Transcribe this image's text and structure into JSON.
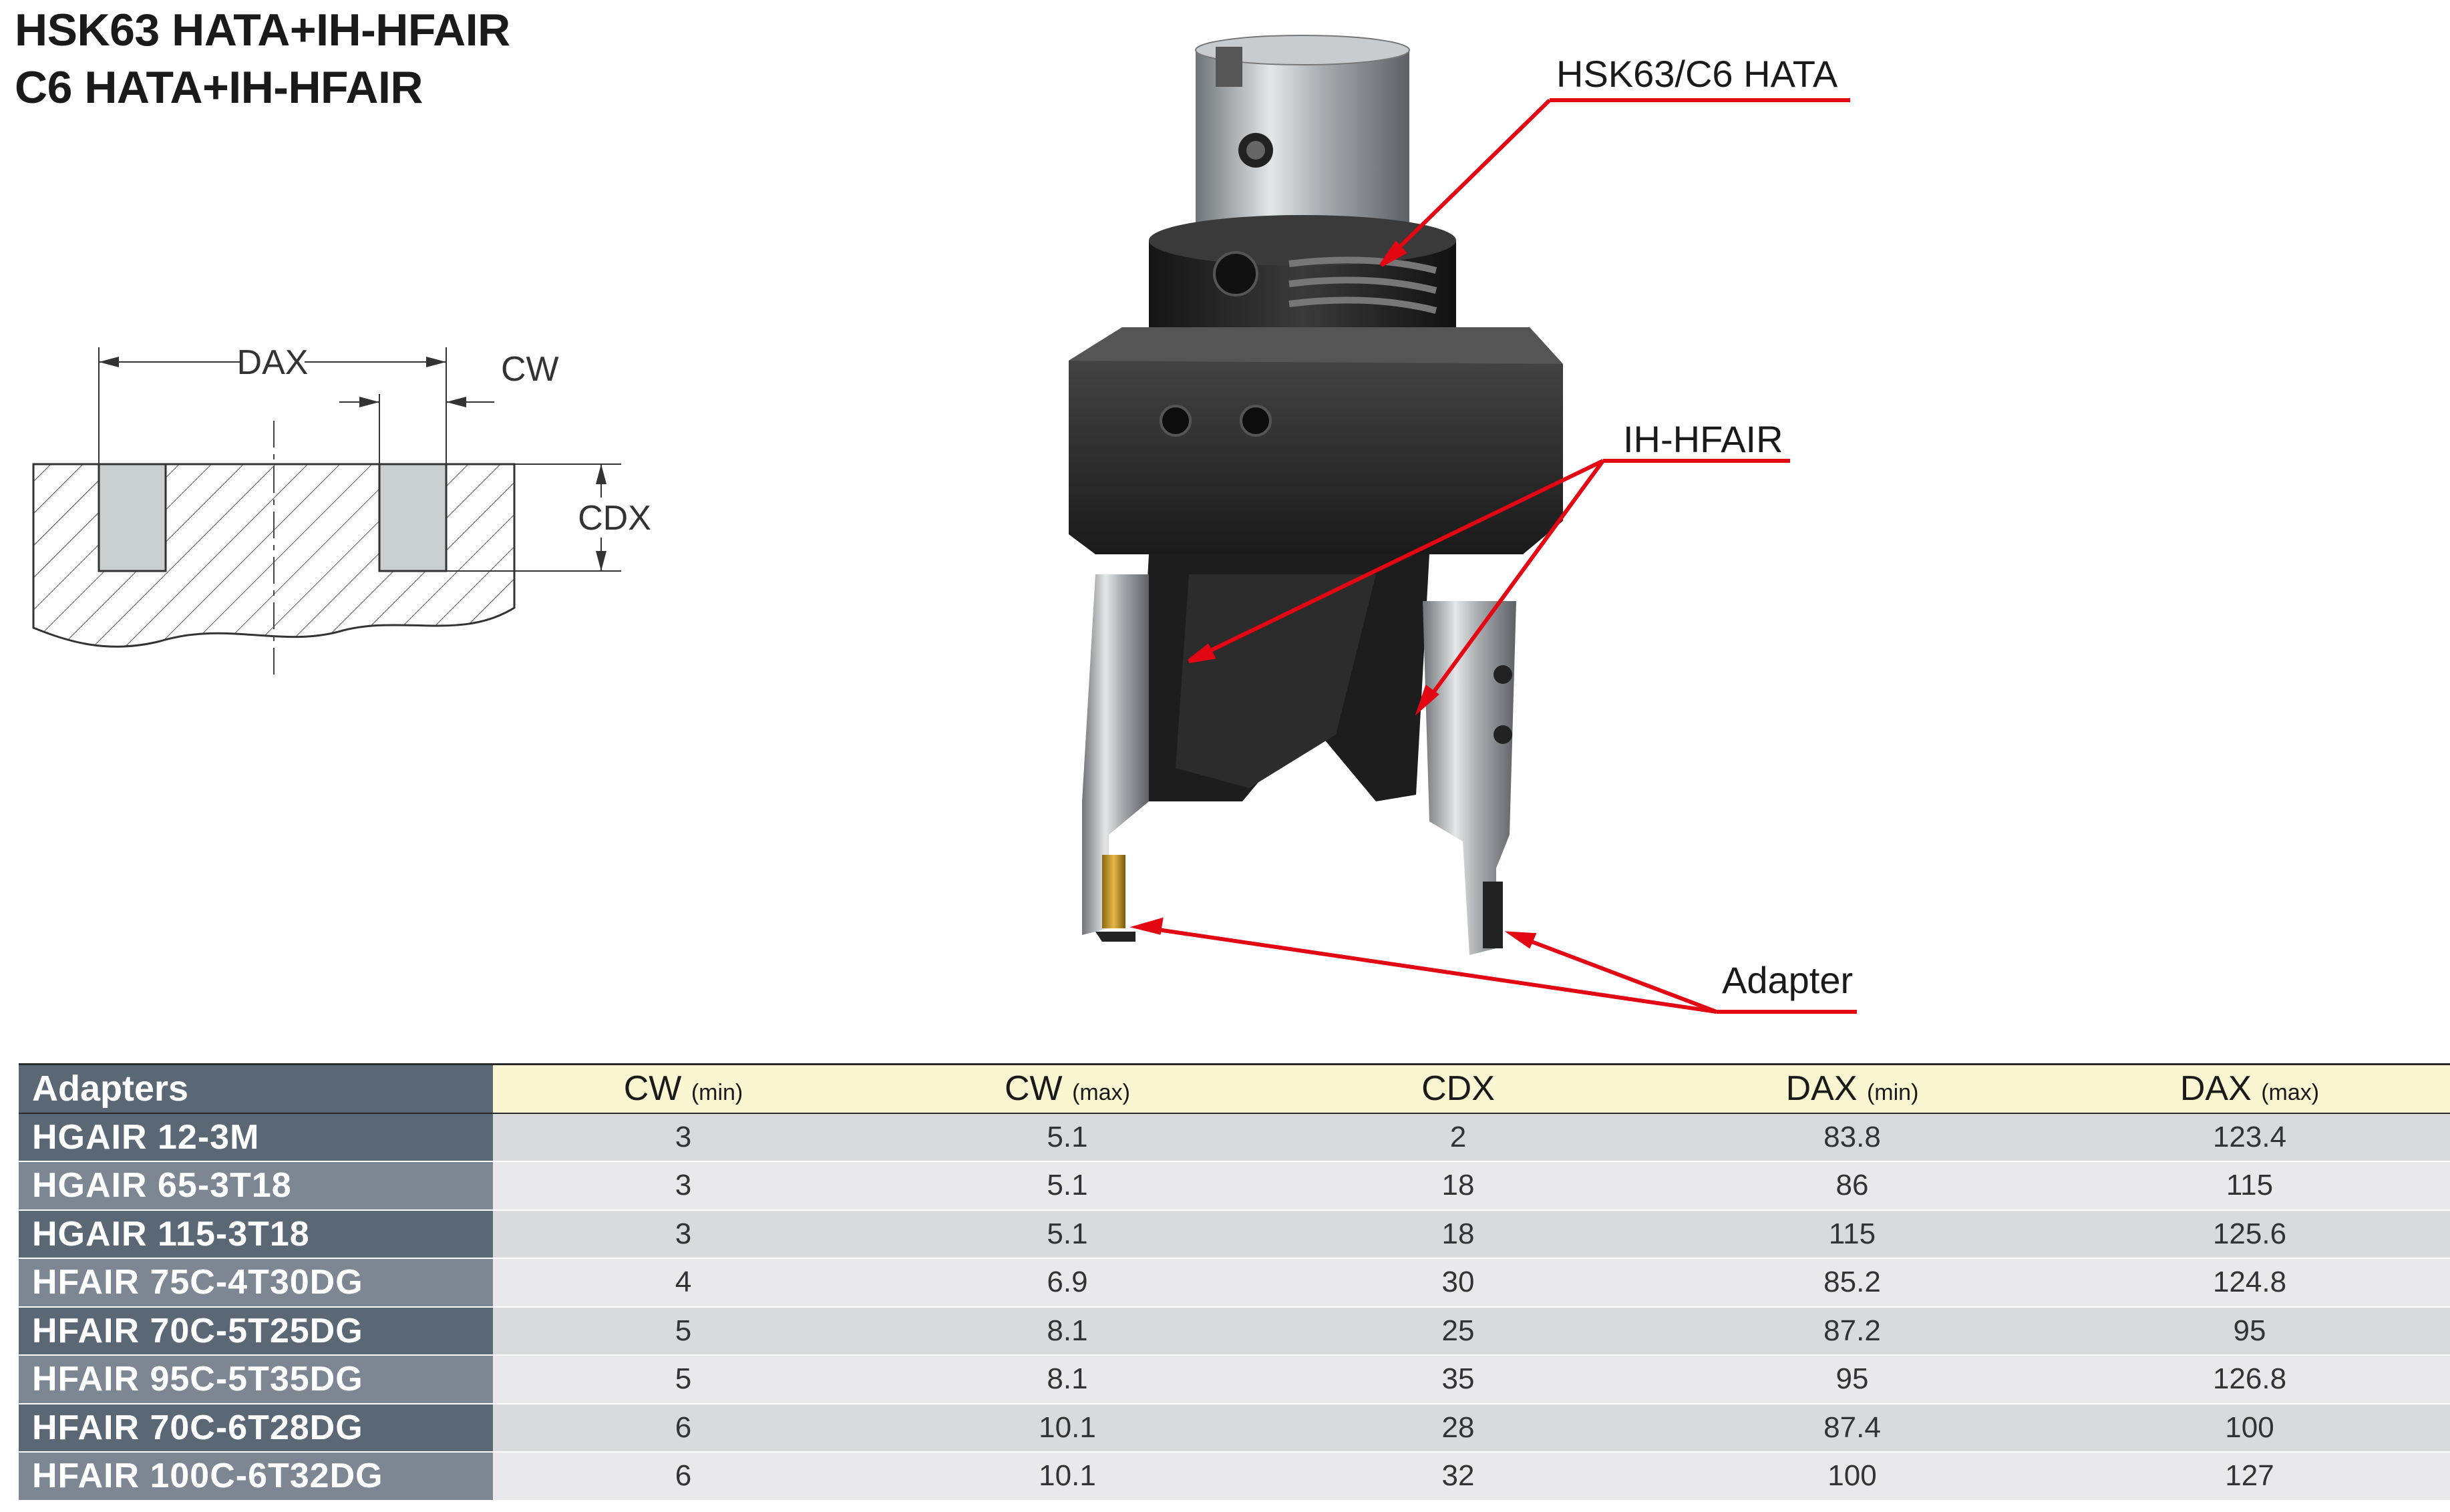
{
  "titles": {
    "line1": "HSK63 HATA+IH-HFAIR",
    "line2": "C6 HATA+IH-HFAIR"
  },
  "diagram": {
    "dax": "DAX",
    "cw": "CW",
    "cdx": "CDX"
  },
  "callouts": {
    "hata": "HSK63/C6 HATA",
    "ihhfair": "IH-HFAIR",
    "adapter": "Adapter"
  },
  "colors": {
    "arrow": "#e30613",
    "header_dark": "#5a6774",
    "header_light": "#7c8793",
    "header_yellow": "#fbf6d2"
  },
  "table": {
    "headers": [
      {
        "main": "Adapters",
        "sub": ""
      },
      {
        "main": "CW",
        "sub": "(min)"
      },
      {
        "main": "CW",
        "sub": "(max)"
      },
      {
        "main": "CDX",
        "sub": ""
      },
      {
        "main": "DAX",
        "sub": "(min)"
      },
      {
        "main": "DAX",
        "sub": "(max)"
      }
    ],
    "rows": [
      {
        "name": "HGAIR 12-3M",
        "cells": [
          "3",
          "5.1",
          "2",
          "83.8",
          "123.4"
        ]
      },
      {
        "name": "HGAIR 65-3T18",
        "cells": [
          "3",
          "5.1",
          "18",
          "86",
          "115"
        ]
      },
      {
        "name": "HGAIR 115-3T18",
        "cells": [
          "3",
          "5.1",
          "18",
          "115",
          "125.6"
        ]
      },
      {
        "name": "HFAIR 75C-4T30DG",
        "cells": [
          "4",
          "6.9",
          "30",
          "85.2",
          "124.8"
        ]
      },
      {
        "name": "HFAIR 70C-5T25DG",
        "cells": [
          "5",
          "8.1",
          "25",
          "87.2",
          "95"
        ]
      },
      {
        "name": "HFAIR 95C-5T35DG",
        "cells": [
          "5",
          "8.1",
          "35",
          "95",
          "126.8"
        ]
      },
      {
        "name": "HFAIR 70C-6T28DG",
        "cells": [
          "6",
          "10.1",
          "28",
          "87.4",
          "100"
        ]
      },
      {
        "name": "HFAIR 100C-6T32DG",
        "cells": [
          "6",
          "10.1",
          "32",
          "100",
          "127"
        ]
      }
    ]
  }
}
